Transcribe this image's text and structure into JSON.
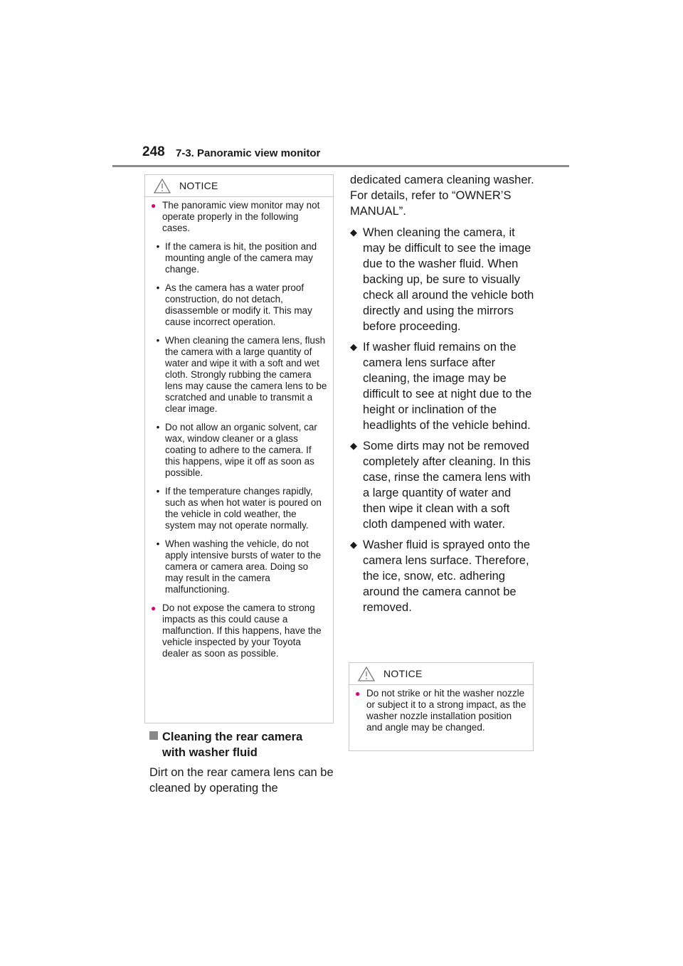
{
  "header": {
    "page_number": "248",
    "section_title": "7-3. Panoramic view monitor"
  },
  "notice1": {
    "title": "NOTICE",
    "bullet1": "The panoramic view monitor may not operate properly in the following cases.",
    "dashes": [
      "If the camera is hit, the position and mounting angle of the camera may change.",
      "As the camera has a water proof construction, do not detach, disassemble or modify it. This may cause incorrect operation.",
      "When cleaning the camera lens, flush the camera with a large quantity of water and wipe it with a soft and wet cloth. Strongly rubbing the camera lens may cause the camera lens to be scratched and unable to transmit a clear image.",
      "Do not allow an organic solvent, car wax, window cleaner or a glass coating to adhere to the camera. If this happens, wipe it off as soon as possible.",
      "If the temperature changes rapidly, such as when hot water is poured on the vehicle in cold weather, the system may not operate normally.",
      "When washing the vehicle, do not apply intensive bursts of water to the camera or camera area. Doing so may result in the camera malfunctioning."
    ],
    "bullet2": "Do not expose the camera to strong impacts as this could cause a malfunction. If this happens, have the vehicle inspected by your Toyota dealer as soon as possible."
  },
  "cleaning": {
    "heading_line1": "Cleaning the rear camera",
    "heading_line2": "with washer fluid",
    "paragraph_start": "Dirt on the rear camera lens can be cleaned by operating the",
    "paragraph_cont": "dedicated camera cleaning washer. For details, refer to “OWNER’S MANUAL”.",
    "items": [
      "When cleaning the camera, it may be difficult to see the image due to the washer fluid. When backing up, be sure to visually check all around the vehicle both directly and using the mirrors before proceeding.",
      "If washer fluid remains on the camera lens surface after cleaning, the image may be difficult to see at night due to the height or inclination of the headlights of the vehicle behind.",
      "Some dirts may not be removed completely after cleaning. In this case, rinse the camera lens with a large quantity of water and then wipe it clean with a soft cloth dampened with water.",
      "Washer fluid is sprayed onto the camera lens surface. Therefore, the ice, snow, etc. adhering around the camera cannot be removed."
    ]
  },
  "notice2": {
    "title": "NOTICE",
    "bullet1": "Do not strike or hit the washer nozzle or subject it to a strong impact, as the washer nozzle installation position and angle may be changed."
  },
  "colors": {
    "bullet_accent": "#e0007a",
    "rule": "#8c8c8c"
  }
}
